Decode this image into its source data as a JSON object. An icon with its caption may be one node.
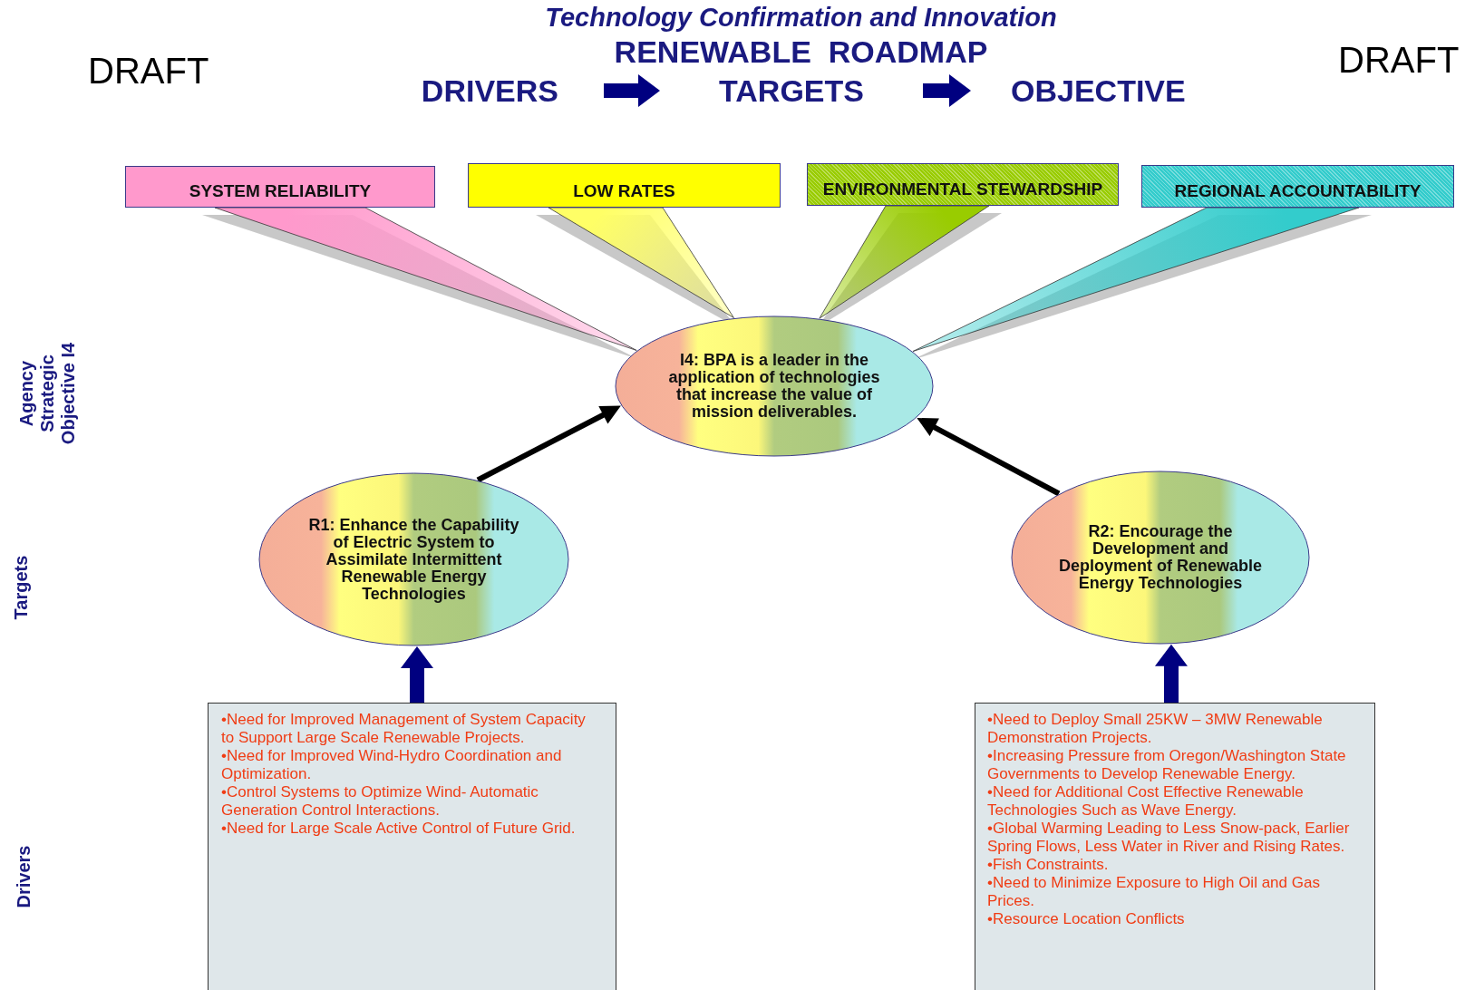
{
  "diagram": {
    "title": "Technology Confirmation and Innovation",
    "nodes": [
      {
        "text": [
          "DRIVERS"
        ]
      },
      {
        "text": [
          "TARGETS"
        ]
      },
      {
        "text": [
          "OBJECTIVE"
        ]
      },
      {
        "text": [
          "SYSTEM RELIABILITY"
        ]
      },
      {
        "text": [
          "LOW RATES"
        ]
      },
      {
        "text": [
          "ENVIRONMENTAL STEWARDSHIP"
        ]
      },
      {
        "text": [
          "REGIONAL ACCOUNTABILITY"
        ]
      },
      {
        "text": [
          "I4:  BPA is a leader in the application of technologies that increase the value of mission deliverables."
        ]
      },
      {
        "text": [
          "R1:  Enhance the Capability of Electric System to Assimilate Intermittent Renewable Energy Technologies"
        ]
      },
      {
        "text": [
          "R2:  Encourage the Development and Deployment of Renewable Energy Technologies"
        ]
      },
      {
        "text": [
          "•Need for Improved Management of System Capacity to Support Large Scale Renewable Projects.",
          "•Need for Improved Wind-Hydro Coordination and Optimization.",
          "•Control Systems to Optimize Wind- Automatic Generation Control Interactions.",
          "•Need for Large Scale Active Control of Future Grid."
        ]
      },
      {
        "text": [
          "•Need to Deploy Small 25KW – 3MW Renewable Demonstration Projects.",
          "•Increasing Pressure from Oregon/Washington State Governments to Develop Renewable Energy.",
          "•Need for Additional Cost Effective Renewable Technologies Such as Wave Energy.",
          "•Global Warming Leading to Less Snow-pack, Earlier Spring Flows, Less Water in River and Rising Rates.",
          "•Fish Constraints.",
          "•Need to Minimize Exposure to High Oil and Gas Prices.",
          "•Resource Location Conflicts"
        ]
      }
    ],
    "edges": [
      {
        "from": 0,
        "to": 1,
        "arrow": "to",
        "style": "thick",
        "color": "#000080"
      },
      {
        "from": 1,
        "to": 2,
        "arrow": "to",
        "style": "thick",
        "color": "#000080"
      },
      {
        "from": 3,
        "to": 7,
        "arrow": "none",
        "color": "#ff99cc"
      },
      {
        "from": 4,
        "to": 7,
        "arrow": "none",
        "color": "#ffff66"
      },
      {
        "from": 5,
        "to": 7,
        "arrow": "none",
        "color": "#99cc00"
      },
      {
        "from": 6,
        "to": 7,
        "arrow": "none",
        "color": "#33cccc"
      },
      {
        "from": 8,
        "to": 7,
        "arrow": "to"
      },
      {
        "from": 9,
        "to": 7,
        "arrow": "to"
      },
      {
        "from": 10,
        "to": 8,
        "arrow": "to",
        "style": "thick",
        "color": "#000080"
      },
      {
        "from": 11,
        "to": 9,
        "arrow": "to",
        "style": "thick",
        "color": "#000080"
      }
    ],
    "labels": [
      "DRAFT",
      "RENEWABLE  ROADMAP",
      "DRAFT",
      "Agency Strategic Objective I4",
      "Targets",
      "Drivers"
    ]
  }
}
